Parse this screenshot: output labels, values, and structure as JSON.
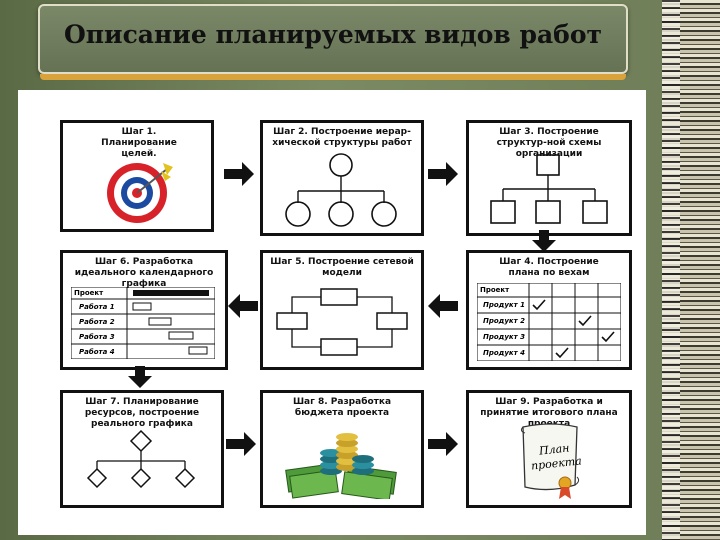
{
  "title": "Описание планируемых видов работ",
  "steps": [
    {
      "label": "Шаг 1. Планирование целей."
    },
    {
      "label": "Шаг 2. Построение иерар-хической структуры работ"
    },
    {
      "label": "Шаг 3. Построение структур-ной схемы организации"
    },
    {
      "label": "Шаг 4. Построение плана по вехам"
    },
    {
      "label": "Шаг 5. Построение сетевой модели"
    },
    {
      "label": "Шаг 6. Разработка идеального календарного графика"
    },
    {
      "label": "Шаг 7. Планирование ресурсов, построение реального графика"
    },
    {
      "label": "Шаг 8. Разработка бюджета проекта"
    },
    {
      "label": "Шаг 9. Разработка и принятие итогового плана проекта"
    }
  ],
  "step4_table": {
    "header": "Проект",
    "rows": [
      "Продукт 1",
      "Продукт 2",
      "Продукт 3",
      "Продукт 4"
    ]
  },
  "step6_table": {
    "header": "Проект",
    "rows": [
      "Работа 1",
      "Работа 2",
      "Работа 3",
      "Работа 4"
    ]
  },
  "scroll_text": {
    "line1": "План",
    "line2": "проекта"
  }
}
